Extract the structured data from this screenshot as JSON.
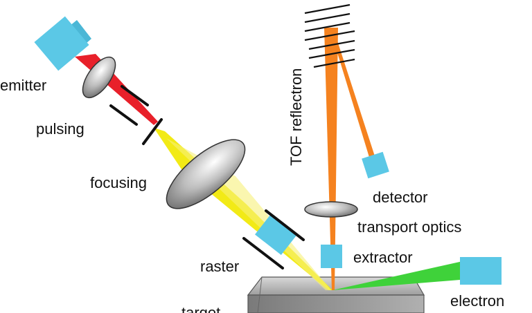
{
  "labels": {
    "emitter": "emitter",
    "pulsing": "pulsing",
    "focusing": "focusing",
    "raster": "raster",
    "target": "target",
    "tof_reflectron": "TOF reflectron",
    "detector": "detector",
    "transport_optics": "transport optics",
    "extractor": "extractor",
    "electron": "electron"
  },
  "colors": {
    "ion_beam_pulsed": "#e8202a",
    "focused_beam": "#f2ea16",
    "secondary_ions": "#f5821f",
    "electron_beam": "#3fd23a",
    "component_box": "#5bc8e6",
    "lens_gray": "#9a9a9a",
    "target_gray": "#8c8c8c",
    "plate_black": "#111111"
  }
}
